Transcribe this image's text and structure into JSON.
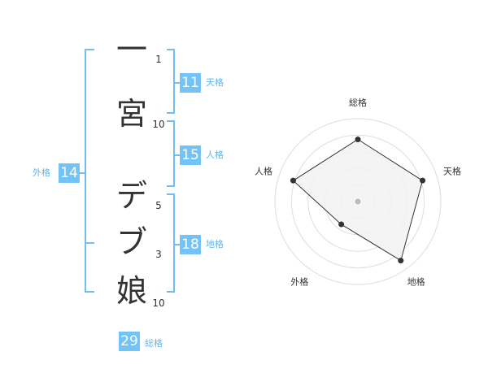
{
  "name": {
    "chars": [
      "一",
      "宮",
      "デ",
      "ブ",
      "娘"
    ],
    "strokes": [
      "1",
      "10",
      "5",
      "3",
      "10"
    ]
  },
  "kakusuu": {
    "tenkaku": {
      "value": "11",
      "label": "天格"
    },
    "jinkaku": {
      "value": "15",
      "label": "人格"
    },
    "chikaku": {
      "value": "18",
      "label": "地格"
    },
    "gaikaku": {
      "value": "14",
      "label": "外格"
    },
    "soukaku": {
      "value": "29",
      "label": "総格"
    }
  },
  "chart_data": {
    "type": "radar",
    "axes": [
      "総格",
      "天格",
      "地格",
      "外格",
      "人格"
    ],
    "values": [
      0.75,
      0.82,
      0.88,
      0.34,
      0.82
    ],
    "rings": 5,
    "colors": {
      "fill": "#f2f2f2",
      "line": "#333333",
      "ring": "#dddddd",
      "center": "#bbbbbb"
    }
  }
}
